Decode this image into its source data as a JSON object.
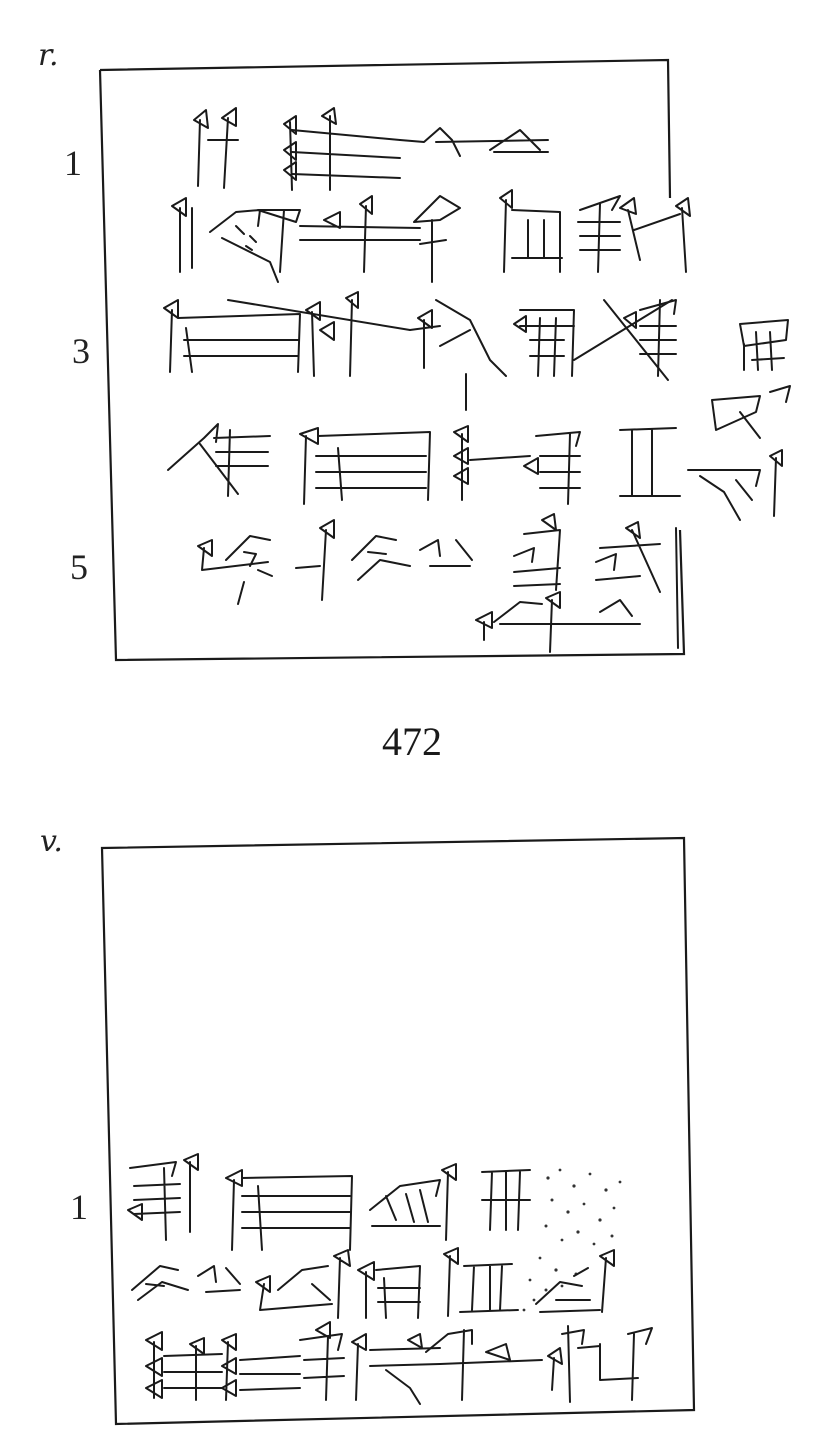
{
  "obverse": {
    "side_label": "r.",
    "line_numbers": [
      "1",
      "3",
      "5"
    ]
  },
  "text_number": "472",
  "reverse": {
    "side_label": "v.",
    "line_numbers": [
      "1"
    ]
  }
}
